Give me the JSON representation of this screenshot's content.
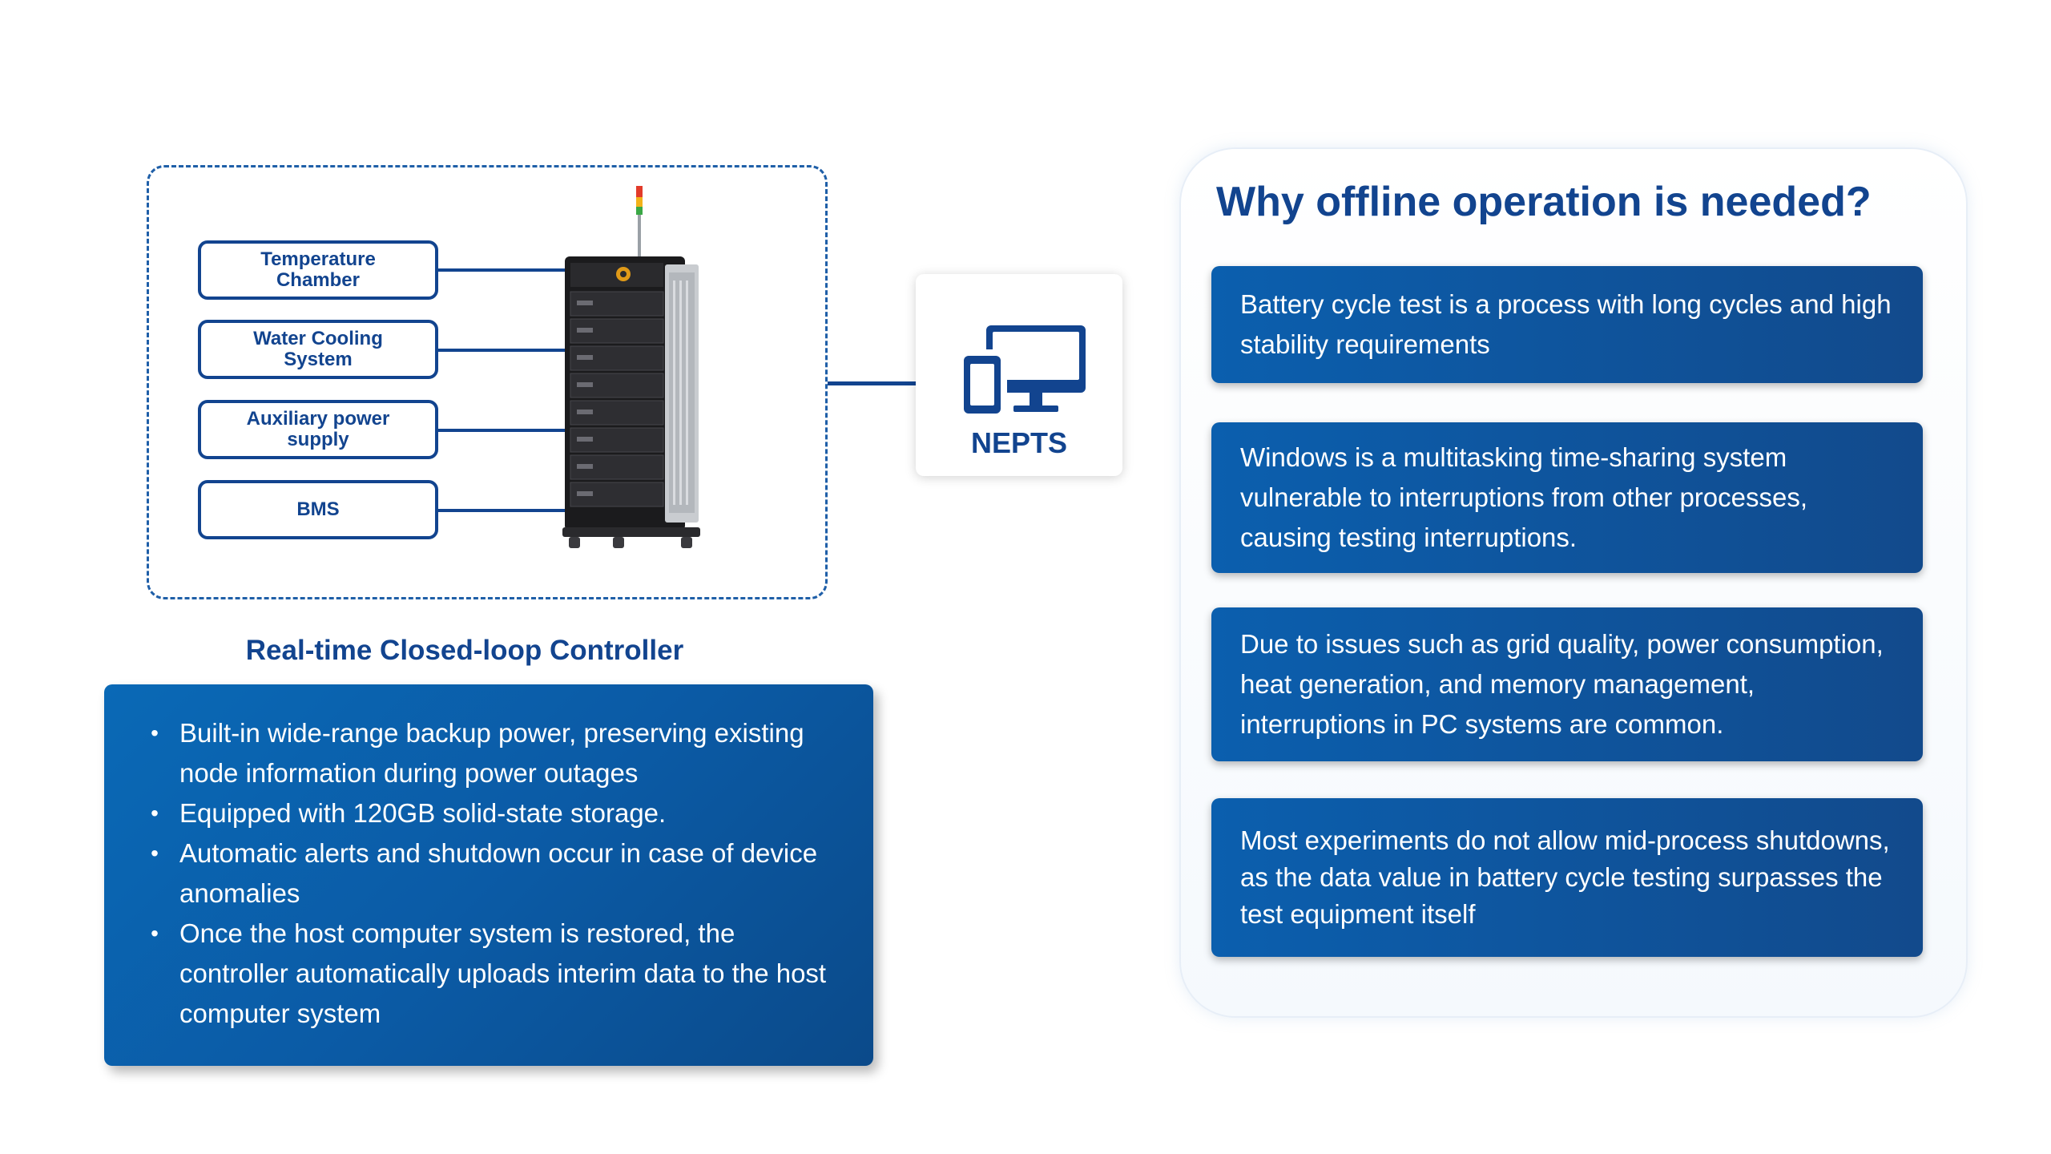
{
  "controller": {
    "systems": [
      {
        "label": "Temperature\nChamber"
      },
      {
        "label": "Water Cooling\nSystem"
      },
      {
        "label": "Auxiliary  power\nsupply"
      },
      {
        "label": "BMS"
      }
    ],
    "title": "Real-time Closed-loop Controller",
    "bullets": [
      "Built-in wide-range backup power, preserving existing node information during power outages",
      "Equipped with 120GB solid-state storage.",
      "Automatic alerts and shutdown occur in case of device anomalies",
      "Once the host computer system is restored, the controller automatically uploads interim data to the host computer system"
    ],
    "bullet_symbol": "•"
  },
  "nepts": {
    "label": "NEPTS",
    "icon": "devices-icon"
  },
  "why": {
    "title": "Why offline operation is needed?",
    "reasons": [
      "Battery cycle test is a process with long cycles and high stability requirements",
      "Windows is a multitasking time-sharing system vulnerable to interruptions from other processes, causing testing interruptions.",
      "Due to issues such as grid quality, power consumption, heat generation, and memory management, interruptions in PC systems are common.",
      "Most experiments do not allow mid-process shutdowns, as the data value in battery cycle testing surpasses the test equipment itself"
    ]
  },
  "colors": {
    "primary": "#12448f",
    "panel_blue": "#0b5ba6",
    "white": "#ffffff"
  }
}
